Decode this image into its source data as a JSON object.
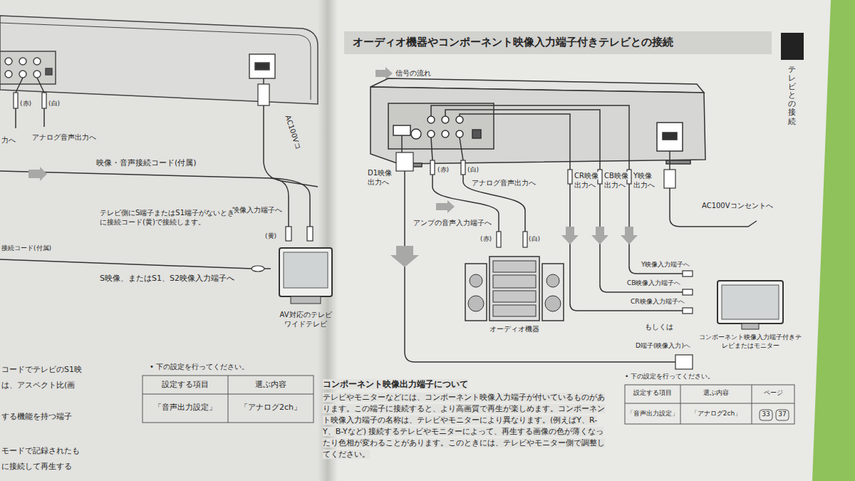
{
  "diagram": {
    "title": "オーディオ機器やコンポーネント映像入力端子付きテレビとの接続",
    "nodes": [
      {
        "text": [
          "AV対応のテレビ ワイドテレビ"
        ]
      },
      {
        "text": [
          "オーディオ機器"
        ]
      },
      {
        "text": [
          "コンポーネント映像入力端子付きテレビまたはモニター"
        ]
      }
    ],
    "labels": [
      "(赤)",
      "(白)",
      "力へ",
      "アナログ音声出力へ",
      "AC100Vコ",
      "映像・音声接続コード(付属)",
      "映像入力端子へ",
      "テレビ側にS端子またはS1端子がないときに接続コード(黄)で接続します。",
      "(黄)",
      "接続コード(付属)",
      "S映像、またはS1、S2映像入力端子へ",
      "• 下の設定を行ってください。",
      "設定する項目",
      "選ぶ内容",
      "「音声出力設定」",
      "「アナログ2ch」",
      "コードでテレビのS1映",
      "は、アスペクト比(画",
      "する機能を持つ端子",
      "モードで記録されたも",
      "に接続して再生する",
      "テレビとの接続",
      "D1映像出力へ",
      "(赤)",
      "(白)",
      "アナログ音声出力へ",
      "アンプの音声入力端子へ",
      "(赤)",
      "(白)",
      "CR映像出力へ",
      "CB映像出力へ",
      "Y映像出力へ",
      "AC100Vコンセントへ",
      "Y映像入力端子へ",
      "CB映像入力端子へ",
      "CR映像入力端子へ",
      "もしくは",
      "D端子(映像入力)へ",
      "コンポーネント映像出力端子について",
      "テレビやモニターなどには、コンポーネント映像入力端子が付いているものがあります。この端子に接続すると、より高画質で再生が楽しめます。コンポーネント映像入力端子の名称は、テレビやモニターにより異なります。(例えばY、R-Y、B-Yなど) 接続するテレビやモニターによって、再生する画像の色が薄くなったり色相が変わることがあります。このときには、テレビやモニター側で調整してください。",
      "• 下の設定を行ってください。",
      "設定する項目",
      "選ぶ内容",
      "ページ",
      "「音声出力設定」",
      "「アナログ2ch」",
      "33",
      "37"
    ],
    "legend": [
      {
        "text": "信号の流れ"
      }
    ]
  }
}
